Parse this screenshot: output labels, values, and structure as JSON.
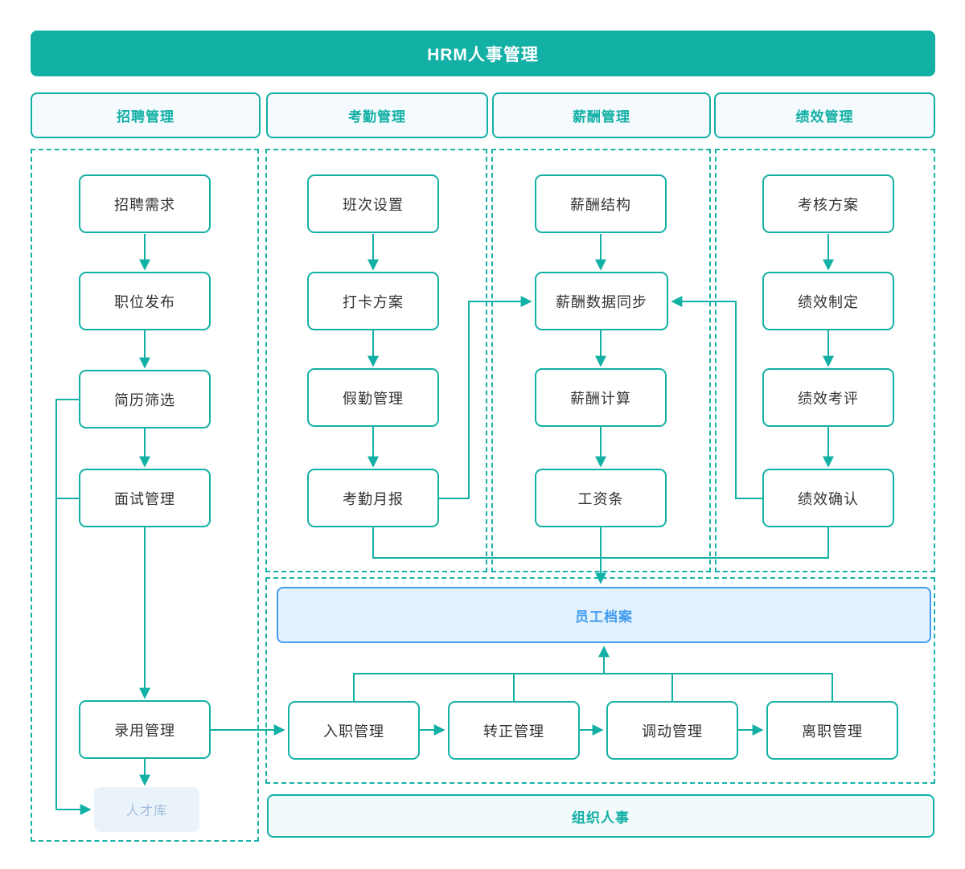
{
  "title": "HRM人事管理",
  "colors": {
    "teal": "#13b0a5",
    "blue": "#419df0",
    "node_text": "#333333",
    "talent_pool_text": "#a3bddd"
  },
  "columns": [
    {
      "header": "招聘管理",
      "nodes": [
        "招聘需求",
        "职位发布",
        "简历筛选",
        "面试管理",
        "录用管理"
      ],
      "extra_node": "人才库"
    },
    {
      "header": "考勤管理",
      "nodes": [
        "班次设置",
        "打卡方案",
        "假勤管理",
        "考勤月报"
      ]
    },
    {
      "header": "薪酬管理",
      "nodes": [
        "薪酬结构",
        "薪酬数据同步",
        "薪酬计算",
        "工资条"
      ]
    },
    {
      "header": "绩效管理",
      "nodes": [
        "考核方案",
        "绩效制定",
        "绩效考评",
        "绩效确认"
      ]
    }
  ],
  "bottom_section": {
    "employee_archive": "员工档案",
    "lifecycle_nodes": [
      "入职管理",
      "转正管理",
      "调动管理",
      "离职管理"
    ],
    "org_personnel": "组织人事"
  }
}
